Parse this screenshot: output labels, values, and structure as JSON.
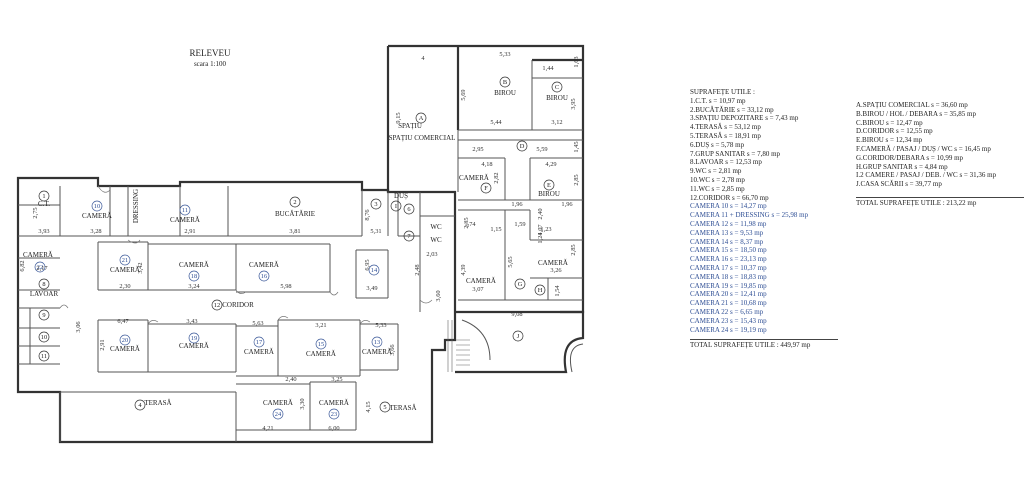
{
  "title": {
    "main": "RELEVEU",
    "scale": "scara 1:100"
  },
  "rooms": [
    {
      "id": "a",
      "label": "SPAȚIU COMERCIAL",
      "badge": "A"
    },
    {
      "id": "b",
      "label": "BIROU",
      "badge": "B"
    },
    {
      "id": "c",
      "label": "BIROU",
      "badge": "C"
    },
    {
      "id": "e",
      "label": "BIROU",
      "badge": "E"
    },
    {
      "id": "ct",
      "label": "C.T.",
      "badge": "1"
    },
    {
      "id": "c10",
      "label": "CAMERĂ",
      "badge": "10"
    },
    {
      "id": "dr",
      "label": "DRESSING",
      "badge": ""
    },
    {
      "id": "c11",
      "label": "CAMERĂ",
      "badge": "11"
    },
    {
      "id": "buc",
      "label": "BUCĂTĂRIE",
      "badge": "2"
    },
    {
      "id": "dus",
      "label": "DUȘ",
      "badge": "6"
    },
    {
      "id": "c22",
      "label": "CAMERĂ",
      "badge": "22"
    },
    {
      "id": "c21",
      "label": "CAMERĂ",
      "badge": "21"
    },
    {
      "id": "c18",
      "label": "CAMERĂ",
      "badge": "18"
    },
    {
      "id": "c16",
      "label": "CAMERĂ",
      "badge": "16"
    },
    {
      "id": "lav",
      "label": "LAVOAR",
      "badge": "8"
    },
    {
      "id": "cor",
      "label": "CORIDOR",
      "badge": "12"
    },
    {
      "id": "c20",
      "label": "CAMERĂ",
      "badge": "20"
    },
    {
      "id": "c19",
      "label": "CAMERĂ",
      "badge": "19"
    },
    {
      "id": "c17",
      "label": "CAMERĂ",
      "badge": "17"
    },
    {
      "id": "c15",
      "label": "CAMERĂ",
      "badge": "15"
    },
    {
      "id": "c13",
      "label": "CAMERĂ",
      "badge": "13"
    },
    {
      "id": "ter4",
      "label": "TERASĂ",
      "badge": "4"
    },
    {
      "id": "ter5",
      "label": "TERASĂ",
      "badge": "5"
    },
    {
      "id": "c24",
      "label": "CAMERĂ",
      "badge": "24"
    },
    {
      "id": "c23",
      "label": "CAMERĂ",
      "badge": "23"
    },
    {
      "id": "cf",
      "label": "CAMERĂ",
      "badge": "F"
    },
    {
      "id": "cg",
      "label": "CAMERĂ",
      "badge": ""
    },
    {
      "id": "ch",
      "label": "CAMERĂ",
      "badge": ""
    },
    {
      "id": "wc1",
      "label": "WC",
      "badge": ""
    },
    {
      "id": "wc2",
      "label": "WC",
      "badge": ""
    }
  ],
  "badges_extra": [
    "9",
    "10",
    "11",
    "3",
    "7",
    "14",
    "D",
    "G",
    "H",
    "J",
    "I"
  ],
  "dimensions": [
    "4",
    "5,33",
    "1,44",
    "1,63",
    "5,69",
    "3,95",
    "5,44",
    "3,12",
    "9,15",
    "2,95",
    "5,59",
    "1,45",
    "4,18",
    "4,29",
    "2,82",
    "2,85",
    "1,96",
    "1,96",
    "1,74",
    "1,15",
    "1,59",
    "1,23",
    "2,35",
    "2,40",
    "1,07",
    "1,24",
    "2,85",
    "3,26",
    "4,39",
    "3,07",
    "5,65",
    "1,54",
    "9,08",
    "2,75",
    "3,93",
    "3,28",
    "2,91",
    "3,81",
    "5,31",
    "8,76",
    "2,03",
    "2,30",
    "3,42",
    "3,24",
    "5,98",
    "6,95",
    "3,49",
    "2,48",
    "3,60",
    "6,82",
    "2,17",
    "3,06",
    "6,47",
    "3,43",
    "5,63",
    "3,21",
    "5,33",
    "2,91",
    "3,66",
    "2,40",
    "3,25",
    "3,30",
    "4,15",
    "4,21",
    "6,00",
    "4,14"
  ],
  "legend": {
    "heading": "SUPRAFEȚE UTILE :",
    "left": [
      {
        "t": "1.C.T. s = 10,97 mp",
        "blue": false
      },
      {
        "t": "2.BUCĂTĂRIE s = 33,12 mp",
        "blue": false
      },
      {
        "t": "3.SPAȚIU DEPOZITARE s = 7,43 mp",
        "blue": false
      },
      {
        "t": "4.TERASĂ s = 53,12 mp",
        "blue": false
      },
      {
        "t": "5.TERASĂ s = 18,91 mp",
        "blue": false
      },
      {
        "t": "6.DUȘ s = 5,78 mp",
        "blue": false
      },
      {
        "t": "7.GRUP SANITAR s = 7,80 mp",
        "blue": false
      },
      {
        "t": "8.LAVOAR s = 12,53 mp",
        "blue": false
      },
      {
        "t": "9.WC s = 2,81 mp",
        "blue": false
      },
      {
        "t": "10.WC s = 2,78 mp",
        "blue": false
      },
      {
        "t": "11.WC s = 2,85 mp",
        "blue": false
      },
      {
        "t": "12.CORIDOR s = 66,70 mp",
        "blue": false
      },
      {
        "t": "CAMERA 10 s = 14,27 mp",
        "blue": true
      },
      {
        "t": "CAMERA 11 + DRESSING s = 25,98 mp",
        "blue": true
      },
      {
        "t": "CAMERA 12 s = 11,98 mp",
        "blue": true
      },
      {
        "t": "CAMERA 13 s = 9,53 mp",
        "blue": true
      },
      {
        "t": "CAMERA 14 s = 8,37 mp",
        "blue": true
      },
      {
        "t": "CAMERA 15 s = 18,50 mp",
        "blue": true
      },
      {
        "t": "CAMERA 16 s = 23,13 mp",
        "blue": true
      },
      {
        "t": "CAMERA 17 s = 10,37 mp",
        "blue": true
      },
      {
        "t": "CAMERA 18 s = 18,83 mp",
        "blue": true
      },
      {
        "t": "CAMERA 19 s = 19,85 mp",
        "blue": true
      },
      {
        "t": "CAMERA 20 s = 12,41 mp",
        "blue": true
      },
      {
        "t": "CAMERA 21 s = 10,68 mp",
        "blue": true
      },
      {
        "t": "CAMERA 22 s = 6,65 mp",
        "blue": true
      },
      {
        "t": "CAMERA 23 s = 15,43 mp",
        "blue": true
      },
      {
        "t": "CAMERA 24 s = 19,19 mp",
        "blue": true
      }
    ],
    "left_total": "TOTAL SUPRAFEȚE UTILE : 449,97 mp",
    "right": [
      "A.SPAȚIU COMERCIAL s = 36,60 mp",
      "B.BIROU / HOL / DEBARA s = 35,85 mp",
      "C.BIROU s = 12,47 mp",
      "D.CORIDOR s = 12,55 mp",
      "E.BIROU s = 12,34 mp",
      "F.CAMERĂ / PASAJ / DUȘ / WC s = 16,45 mp",
      "G.CORIDOR/DEBARA s = 10,99 mp",
      "H.GRUP SANITAR s = 4,84 mp",
      "I.2 CAMERE / PASAJ / DEB. / WC s = 31,36 mp",
      "J.CASA SCĂRII s = 39,77 mp"
    ],
    "right_total": "TOTAL SUPRAFEȚE UTILE : 213,22 mp"
  },
  "colors": {
    "ink": "#222222",
    "blue": "#2f4f95",
    "wall": "#333333"
  }
}
